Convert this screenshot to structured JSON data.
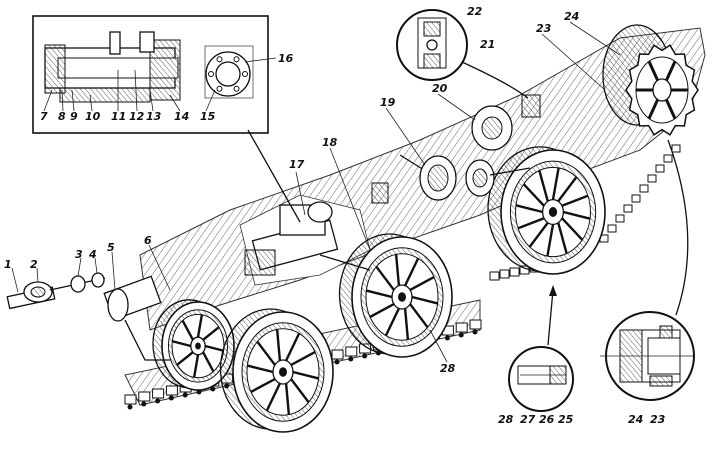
{
  "labels": {
    "l1": "1",
    "l2": "2",
    "l3": "3",
    "l4": "4",
    "l5": "5",
    "l6": "6",
    "l7": "7",
    "l8": "8",
    "l9": "9",
    "l10": "10",
    "l11": "11",
    "l12": "12",
    "l13": "13",
    "l14": "14",
    "l15": "15",
    "l16": "16",
    "l17": "17",
    "l18": "18",
    "l19": "19",
    "l20": "20",
    "l21": "21",
    "l22": "22",
    "l23": "23",
    "l24": "24",
    "l23b": "23",
    "l24b": "24",
    "l25": "25",
    "l26": "26",
    "l27": "27",
    "l28a": "28",
    "l28b": "28"
  },
  "colors": {
    "ink": "#111111",
    "paper": "#ffffff",
    "hatch": "#555555"
  }
}
